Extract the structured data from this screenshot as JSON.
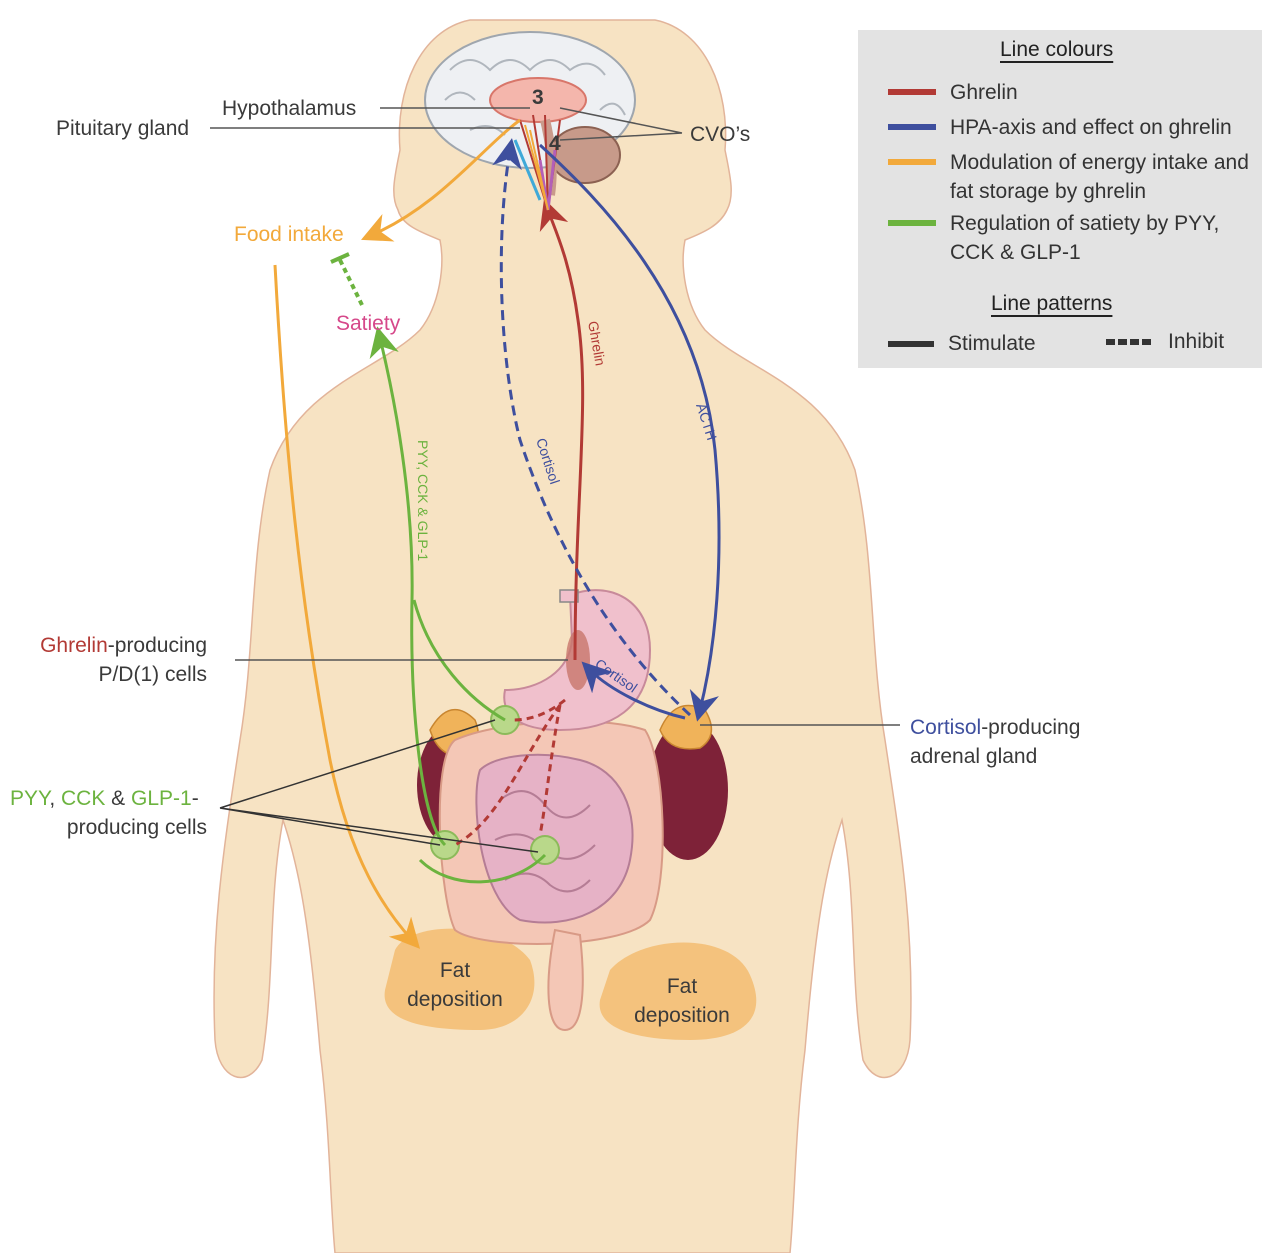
{
  "labels": {
    "hypothalamus": "Hypothalamus",
    "pituitary": "Pituitary gland",
    "cvos": "CVO’s",
    "food_intake": "Food intake",
    "satiety": "Satiety",
    "ghrelin_cells_1": "Ghrelin",
    "ghrelin_cells_2": "-producing",
    "ghrelin_cells_3": "P/D(1) cells",
    "cortisol_gland_1": "Cortisol",
    "cortisol_gland_2": "-producing",
    "cortisol_gland_3": "adrenal gland",
    "pyy": "PYY",
    "comma": ", ",
    "cck": "CCK",
    "amp": " & ",
    "glp1": "GLP-1",
    "dash": "-",
    "producing_cells": "producing cells",
    "fat_left_1": "Fat",
    "fat_left_2": "deposition",
    "fat_right_1": "Fat",
    "fat_right_2": "deposition",
    "num3": "3",
    "num4": "4"
  },
  "path_labels": {
    "ghrelin": "Ghrelin",
    "cortisol": "Cortisol",
    "acth": "ACTH",
    "pyy_path": "PYY, CCK & GLP-1",
    "cortisol_short": "Cortisol"
  },
  "legend": {
    "colours_title": "Line colours",
    "items": [
      {
        "label": "Ghrelin",
        "color": "#b23a35"
      },
      {
        "label": "HPA-axis and effect on ghrelin",
        "color": "#3e4f9e"
      },
      {
        "label": "Modulation of energy intake and fat storage by ghrelin",
        "color": "#f2a93b"
      },
      {
        "label": "Regulation of satiety by PYY, CCK & GLP-1",
        "color": "#6cb33f"
      }
    ],
    "patterns_title": "Line patterns",
    "stimulate": "Stimulate",
    "inhibit": "Inhibit"
  },
  "colors": {
    "ghrelin": "#b23a35",
    "hpa": "#3e4f9e",
    "energy": "#f2a93b",
    "satiety_green": "#6cb33f",
    "satiety_text": "#d6488a",
    "body": "#f7e3c3",
    "fat": "#f4c27d"
  }
}
